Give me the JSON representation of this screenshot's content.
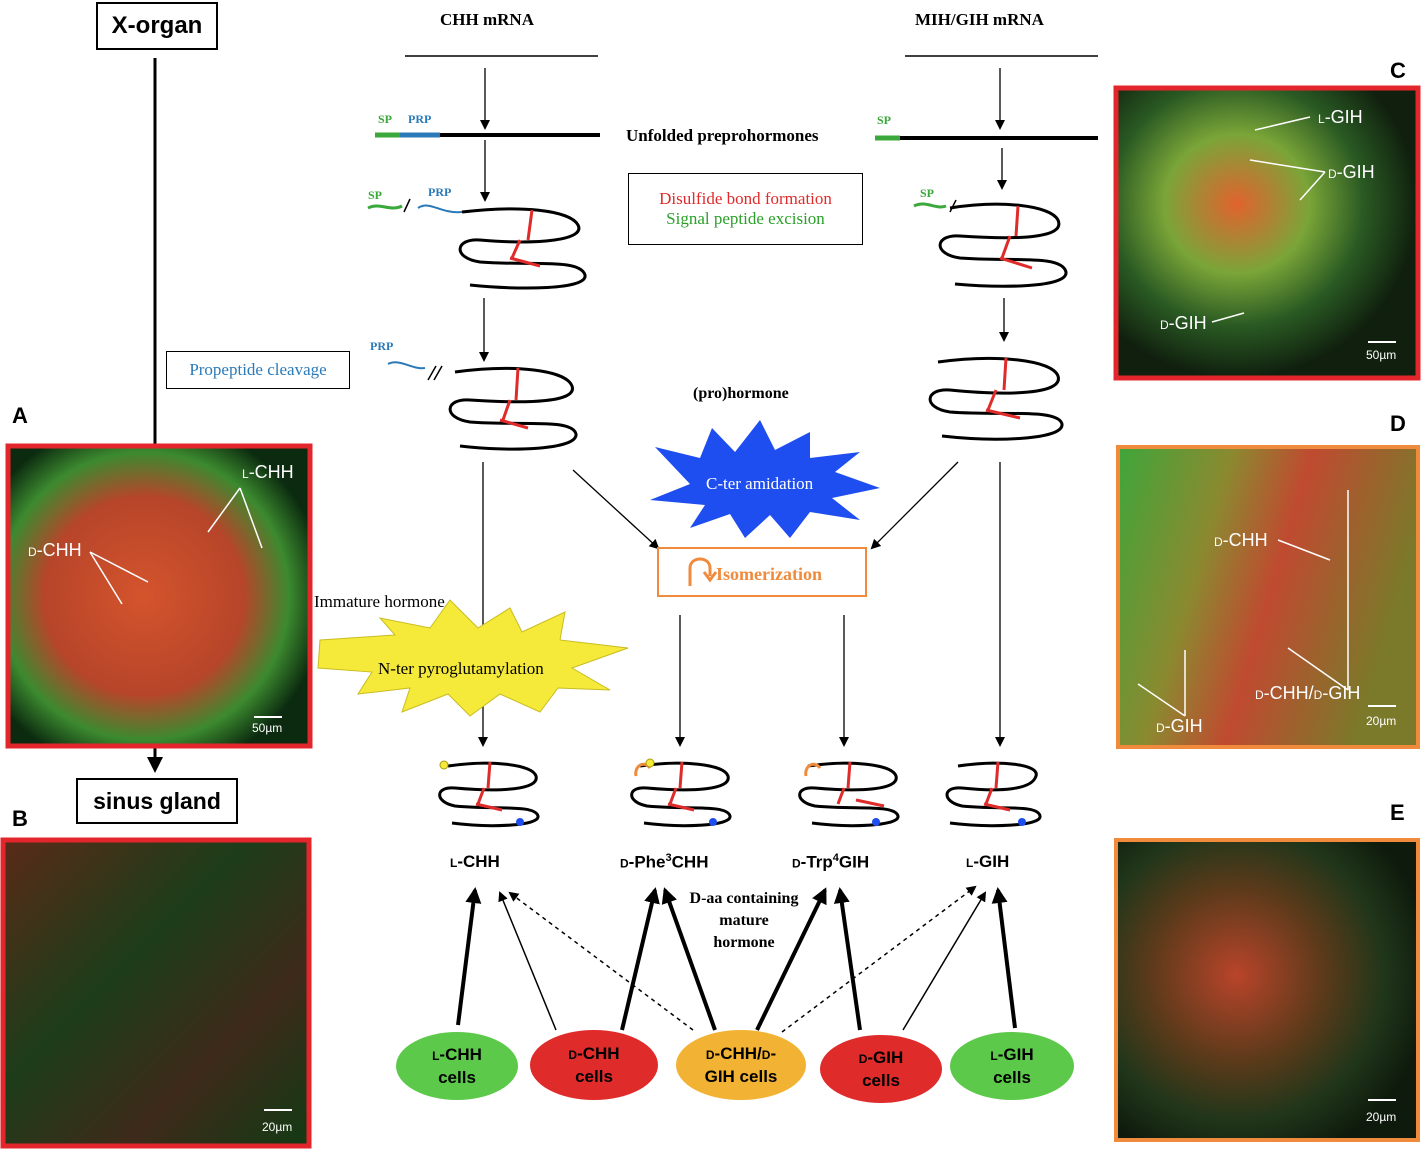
{
  "headers": {
    "x_organ": "X-organ",
    "sinus_gland": "sinus gland",
    "chh_mrna": "CHH mRNA",
    "mih_gih_mrna": "MIH/GIH mRNA"
  },
  "steps": {
    "unfolded": "Unfolded preprohormones",
    "disulfide": "Disulfide bond formation",
    "signal_excision": "Signal peptide excision",
    "propeptide": "Propeptide cleavage",
    "prohormone": "(pro)hormone",
    "c_ter": "C-ter amidation",
    "isomerization": "Isomerization",
    "immature": "Immature hormone",
    "n_ter": "N-ter pyroglutamylation",
    "daa_mature": [
      "D-aa containing",
      "mature",
      "hormone"
    ]
  },
  "segments": {
    "sp": "SP",
    "prp": "PRP"
  },
  "hormones": [
    {
      "prefix": "L",
      "rest": "-CHH"
    },
    {
      "prefix": "D",
      "rest": "-Phe",
      "sup": "3",
      "tail": "CHH"
    },
    {
      "prefix": "D",
      "rest": "-Trp",
      "sup": "4",
      "tail": "GIH"
    },
    {
      "prefix": "L",
      "rest": "-GIH"
    }
  ],
  "cells": [
    {
      "line1_prefix": "L",
      "line1_rest": "-CHH",
      "line2": "cells",
      "color": "#5cc94a"
    },
    {
      "line1_prefix": "D",
      "line1_rest": "-CHH",
      "line2": "cells",
      "color": "#e02b2b"
    },
    {
      "line1_prefix": "D",
      "line1_rest": "-CHH/",
      "line1_prefix2": "D",
      "line1_rest2": "-",
      "line2": "GIH cells",
      "color": "#f2b233"
    },
    {
      "line1_prefix": "D",
      "line1_rest": "-GIH",
      "line2": "cells",
      "color": "#e02b2b"
    },
    {
      "line1_prefix": "L",
      "line1_rest": "-GIH",
      "line2": "cells",
      "color": "#5cc94a"
    }
  ],
  "panels": {
    "A": {
      "letter": "A",
      "labels": [
        {
          "sc": "L",
          "rest": "-CHH"
        },
        {
          "sc": "D",
          "rest": "-CHH"
        }
      ],
      "scale": "50µm",
      "border": "#e3262b"
    },
    "B": {
      "letter": "B",
      "scale": "20µm",
      "border": "#e3262b"
    },
    "C": {
      "letter": "C",
      "labels": [
        {
          "sc": "L",
          "rest": "-GIH"
        },
        {
          "sc": "D",
          "rest": "-GIH"
        },
        {
          "sc": "D",
          "rest": "-GIH"
        }
      ],
      "scale": "50µm",
      "border": "#e3262b"
    },
    "D": {
      "letter": "D",
      "labels": [
        {
          "sc": "D",
          "rest": "-CHH"
        },
        {
          "sc": "D",
          "rest": "-CHH/",
          "sc2": "D",
          "rest2": "-GIH"
        },
        {
          "sc": "D",
          "rest": "-GIH"
        }
      ],
      "scale": "20µm",
      "border": "#f08a3c"
    },
    "E": {
      "letter": "E",
      "scale": "20µm",
      "border": "#f08a3c"
    }
  },
  "colors": {
    "sp": "#3aa83a",
    "prp": "#2a7ab8",
    "disulfide": "#e02b2b",
    "signal": "#2aa02a",
    "c_ter_star": "#1f4ef0",
    "n_ter_star": "#f5ea3a",
    "isomerization": "#f08a3c"
  }
}
